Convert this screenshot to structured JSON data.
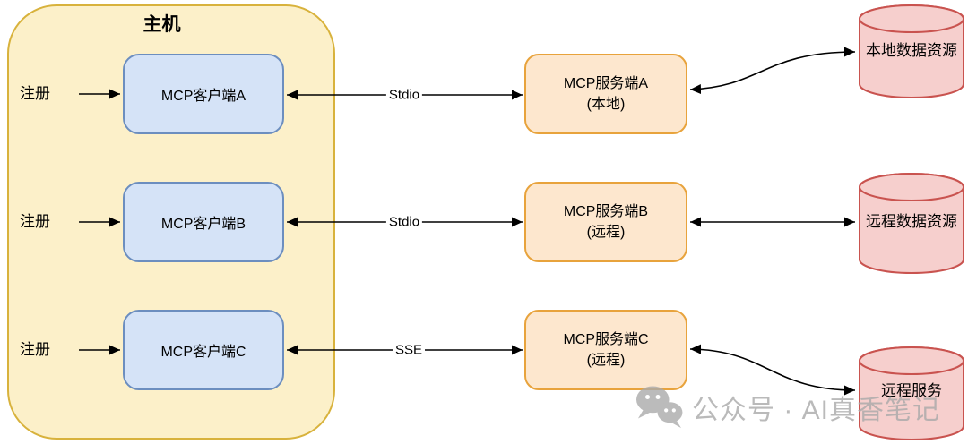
{
  "diagram": {
    "host": {
      "title": "主机"
    },
    "rows": [
      {
        "register": "注册",
        "client": "MCP客户端A",
        "transport": "Stdio",
        "server_line1": "MCP服务端A",
        "server_line2": "(本地)",
        "resource": "本地数据资源"
      },
      {
        "register": "注册",
        "client": "MCP客户端B",
        "transport": "Stdio",
        "server_line1": "MCP服务端B",
        "server_line2": "(远程)",
        "resource": "远程数据资源"
      },
      {
        "register": "注册",
        "client": "MCP客户端C",
        "transport": "SSE",
        "server_line1": "MCP服务端C",
        "server_line2": "(远程)",
        "resource": "远程服务"
      }
    ],
    "colors": {
      "host_fill": "#FCF0C9",
      "host_border": "#D8B23C",
      "client_fill": "#D5E3F7",
      "client_border": "#6C8EBF",
      "server_fill": "#FDE7CE",
      "server_border": "#E8A33C",
      "resource_fill": "#F6CFCD",
      "resource_border": "#C9534F",
      "arrow": "#000000",
      "watermark": "#A9A9A9"
    },
    "watermark": {
      "icon": "wechat-icon",
      "text": "公众号 · AI真香笔记"
    }
  }
}
